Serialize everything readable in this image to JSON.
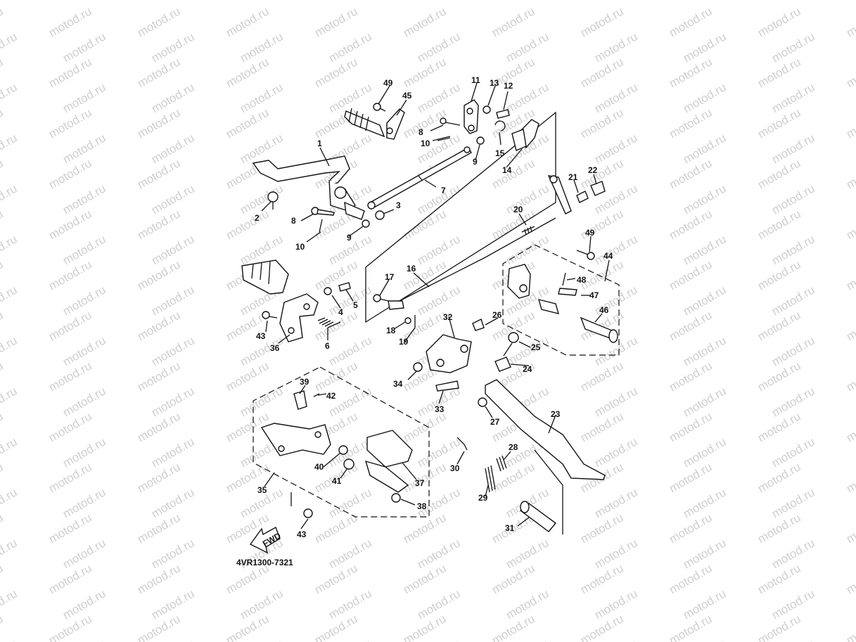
{
  "watermark": {
    "text": "motod.ru"
  },
  "diagram": {
    "code": "4VR1300-7321",
    "fwd_label": "FWD",
    "callouts": [
      {
        "n": "1"
      },
      {
        "n": "2"
      },
      {
        "n": "3"
      },
      {
        "n": "4"
      },
      {
        "n": "5"
      },
      {
        "n": "6"
      },
      {
        "n": "7"
      },
      {
        "n": "8"
      },
      {
        "n": "8"
      },
      {
        "n": "9"
      },
      {
        "n": "9"
      },
      {
        "n": "10"
      },
      {
        "n": "10"
      },
      {
        "n": "11"
      },
      {
        "n": "12"
      },
      {
        "n": "13"
      },
      {
        "n": "14"
      },
      {
        "n": "15"
      },
      {
        "n": "16"
      },
      {
        "n": "17"
      },
      {
        "n": "18"
      },
      {
        "n": "19"
      },
      {
        "n": "20"
      },
      {
        "n": "21"
      },
      {
        "n": "22"
      },
      {
        "n": "23"
      },
      {
        "n": "24"
      },
      {
        "n": "25"
      },
      {
        "n": "26"
      },
      {
        "n": "27"
      },
      {
        "n": "28"
      },
      {
        "n": "29"
      },
      {
        "n": "30"
      },
      {
        "n": "31"
      },
      {
        "n": "32"
      },
      {
        "n": "33"
      },
      {
        "n": "34"
      },
      {
        "n": "35"
      },
      {
        "n": "36"
      },
      {
        "n": "37"
      },
      {
        "n": "38"
      },
      {
        "n": "39"
      },
      {
        "n": "40"
      },
      {
        "n": "41"
      },
      {
        "n": "42"
      },
      {
        "n": "43"
      },
      {
        "n": "43"
      },
      {
        "n": "44"
      },
      {
        "n": "45"
      },
      {
        "n": "46"
      },
      {
        "n": "47"
      },
      {
        "n": "48"
      },
      {
        "n": "49"
      },
      {
        "n": "49"
      }
    ]
  }
}
